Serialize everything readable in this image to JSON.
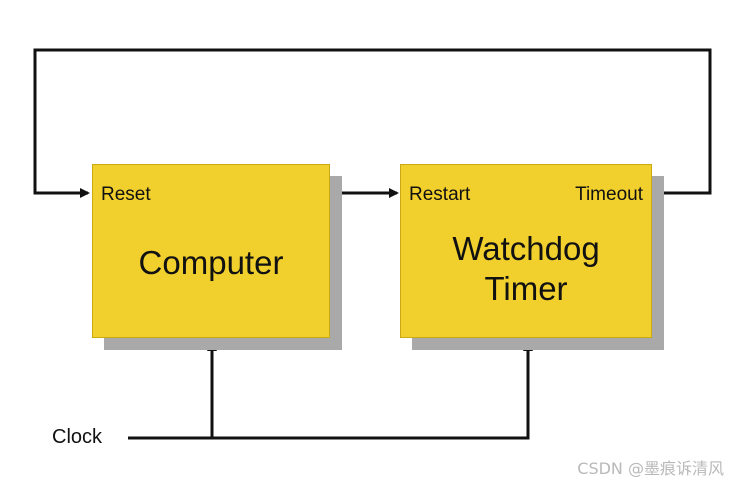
{
  "computer": {
    "port_in": "Reset",
    "title": "Computer"
  },
  "watchdog": {
    "port_in": "Restart",
    "port_out": "Timeout",
    "title_line1": "Watchdog",
    "title_line2": "Timer"
  },
  "clock_label": "Clock",
  "watermark": "CSDN @墨痕诉清风",
  "colors": {
    "box_fill": "#f1cf2c",
    "shadow": "#a9a9a9",
    "line": "#111111"
  }
}
